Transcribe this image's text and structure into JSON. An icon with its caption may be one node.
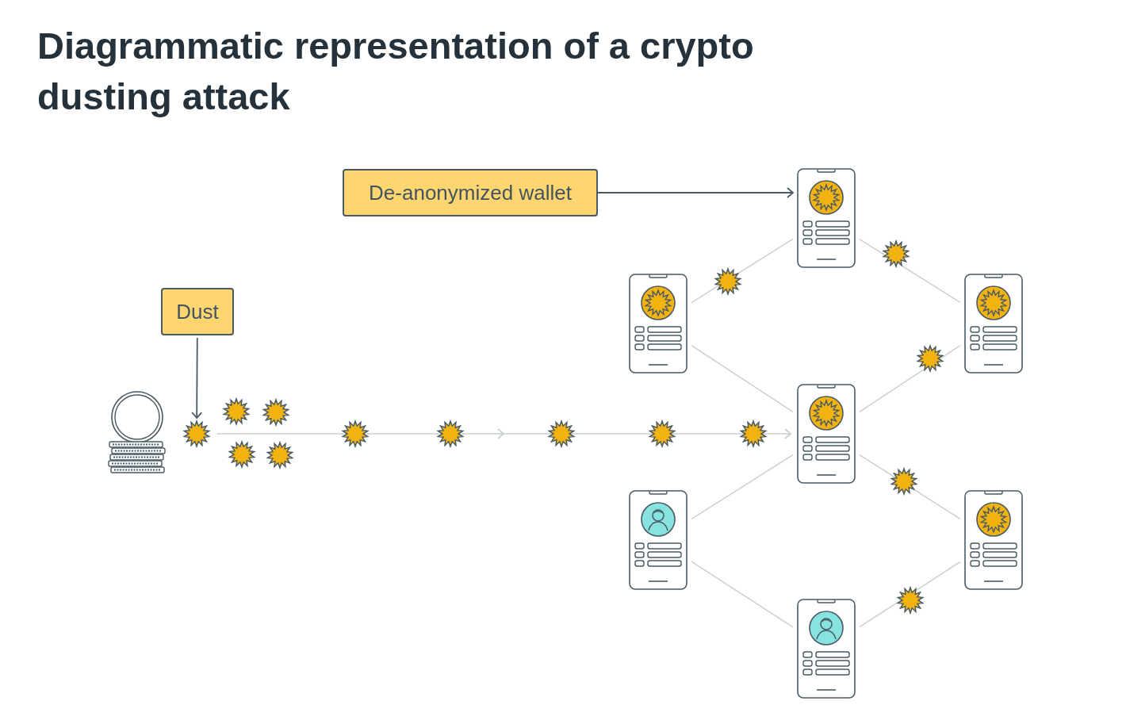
{
  "diagram": {
    "title": "Diagrammatic representation of a crypto dusting attack",
    "nodes": [
      {
        "text": [
          "De-anonymized wallet"
        ]
      },
      {
        "text": [
          "Dust"
        ]
      },
      {
        "text": [],
        "shape": "picture"
      },
      {
        "text": [],
        "shape": "star"
      },
      {
        "text": [],
        "shape": "picture"
      },
      {
        "text": [],
        "shape": "picture"
      },
      {
        "text": [],
        "shape": "picture"
      },
      {
        "text": [],
        "shape": "picture"
      },
      {
        "text": [],
        "shape": "picture"
      },
      {
        "text": [],
        "shape": "picture"
      },
      {
        "text": [],
        "shape": "picture"
      }
    ],
    "edges": [
      {
        "from": 0,
        "to": 4,
        "arrow": "to",
        "color": "#4a5a64"
      },
      {
        "from": 1,
        "to": 3,
        "arrow": "to",
        "color": "#4a5a64"
      },
      {
        "from": 3,
        "to": 7,
        "arrow": "to"
      },
      {
        "from": 5,
        "to": 4,
        "arrow": "none"
      },
      {
        "from": 5,
        "to": 7,
        "arrow": "none"
      },
      {
        "from": 4,
        "to": 6,
        "arrow": "none"
      },
      {
        "from": 7,
        "to": 6,
        "arrow": "none"
      },
      {
        "from": 8,
        "to": 7,
        "arrow": "none"
      },
      {
        "from": 8,
        "to": 10,
        "arrow": "none"
      },
      {
        "from": 7,
        "to": 9,
        "arrow": "none"
      },
      {
        "from": 10,
        "to": 9,
        "arrow": "none"
      }
    ]
  }
}
